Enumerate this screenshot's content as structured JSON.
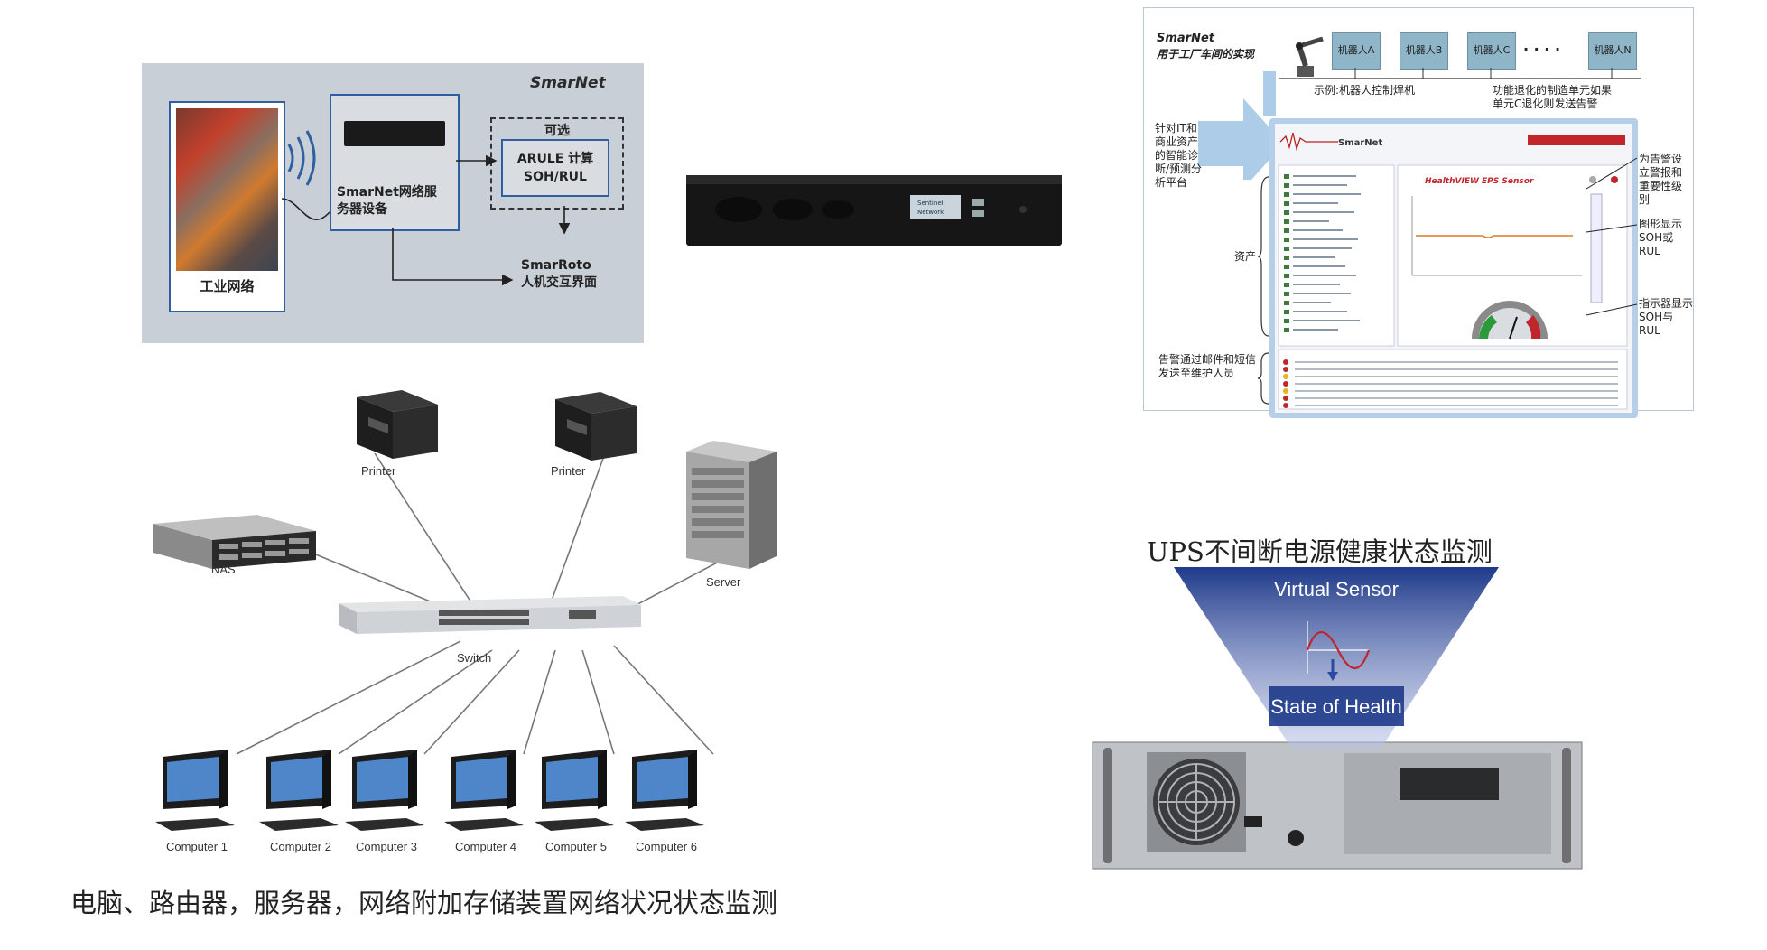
{
  "panel_top_left": {
    "brand": "SmarNet",
    "industrial_network_label": "工业网络",
    "server_label_line1": "SmarNet网络服",
    "server_label_line2": "务器设备",
    "optional_label": "可选",
    "arule_line1": "ARULE 计算",
    "arule_line2": "SOH/RUL",
    "roto_line1": "SmarRoto",
    "roto_line2": "人机交互界面"
  },
  "device": {
    "badge_line1": "Sentinel",
    "badge_line2": "Network"
  },
  "panel_top_right": {
    "brand": "SmarNet",
    "subtitle": "用于工厂车间的实现",
    "robots": [
      "机器人A",
      "机器人B",
      "机器人C",
      "机器人N"
    ],
    "dots": "· · · ·",
    "example_note": "示例:机器人控制焊机",
    "degrade_note_line1": "功能退化的制造单元如果",
    "degrade_note_line2": "单元C退化则发送告警",
    "left_note_lines": [
      "针对IT和",
      "商业资产",
      "的智能诊",
      "断/预测分",
      "析平台"
    ],
    "assets_label": "资产",
    "alert_note_line1": "告警通过邮件和短信",
    "alert_note_line2": "发送至维护人员",
    "right_note1_lines": [
      "为告警设",
      "立警报和",
      "重要性级",
      "别"
    ],
    "right_note2_lines": [
      "图形显示",
      "SOH或RUL"
    ],
    "right_note3_lines": [
      "指示器显示",
      "SOH与RUL"
    ],
    "screen_brand": "SmarNet",
    "sensor_title": "HealthVIEW EPS Sensor"
  },
  "network": {
    "printer1": "Printer",
    "printer2": "Printer",
    "nas": "NAS",
    "server": "Server",
    "switch": "Switch",
    "computers": [
      "Computer 1",
      "Computer 2",
      "Computer 3",
      "Computer 4",
      "Computer 5",
      "Computer 6"
    ],
    "caption": "电脑、路由器，服务器，网络附加存储装置网络状况状态监测"
  },
  "ups": {
    "caption": "UPS不间断电源健康状态监测",
    "virtual_sensor": "Virtual Sensor",
    "state_of_health": "State of Health"
  }
}
